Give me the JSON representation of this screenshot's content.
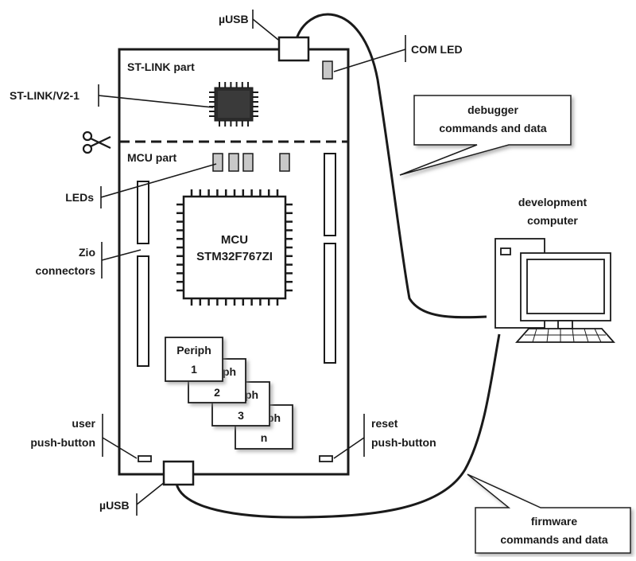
{
  "labels": {
    "usb_top": "µUSB",
    "com_led": "COM LED",
    "stlink_part": "ST-LINK part",
    "stlink_chip": "ST-LINK/V2-1",
    "mcu_part": "MCU part",
    "leds": "LEDs",
    "zio_line1": "Zio",
    "zio_line2": "connectors",
    "user_btn_line1": "user",
    "user_btn_line2": "push-button",
    "reset_btn_line1": "reset",
    "reset_btn_line2": "push-button",
    "usb_bottom": "µUSB",
    "dev_computer_line1": "development",
    "dev_computer_line2": "computer"
  },
  "mcu": {
    "line1": "MCU",
    "line2": "STM32F767ZI"
  },
  "peripherals": [
    {
      "line1": "Periph",
      "line2": "1"
    },
    {
      "line1": "ph",
      "line2": "2"
    },
    {
      "line1": "ph",
      "line2": "3"
    },
    {
      "line1": "ph",
      "line2": "n"
    }
  ],
  "callouts": {
    "debugger_line1": "debugger",
    "debugger_line2": "commands and data",
    "firmware_line1": "firmware",
    "firmware_line2": "commands and data"
  }
}
